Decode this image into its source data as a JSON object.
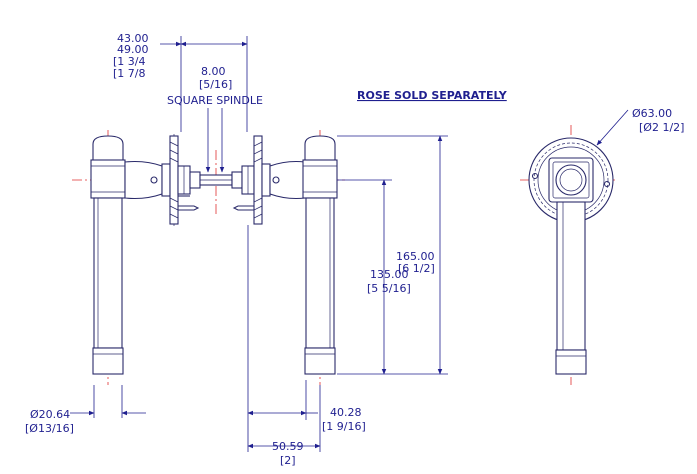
{
  "drawing": {
    "note": "ROSE SOLD SEPARATELY",
    "dims": {
      "projection_1_mm": "43.00",
      "projection_2_mm": "49.00",
      "projection_1_in": "[1 3/4",
      "projection_2_in": "[1 7/8",
      "spindle_mm": "8.00",
      "spindle_in": "[5/16]",
      "spindle_label": "SQUARE SPINDLE",
      "rose_dia_mm": "Ø63.00",
      "rose_dia_in": "[Ø2 1/2]",
      "grip_dia_mm": "Ø20.64",
      "grip_dia_in": "[Ø13/16]",
      "lever_height_mm": "165.00",
      "lever_height_in": "[6 1/2]",
      "grip_length_mm": "135.00",
      "grip_length_in": "[5 5/16]",
      "offset_a_mm": "40.28",
      "offset_a_in": "[1 9/16]",
      "offset_b_mm": "50.59",
      "offset_b_in": "[2]"
    }
  }
}
